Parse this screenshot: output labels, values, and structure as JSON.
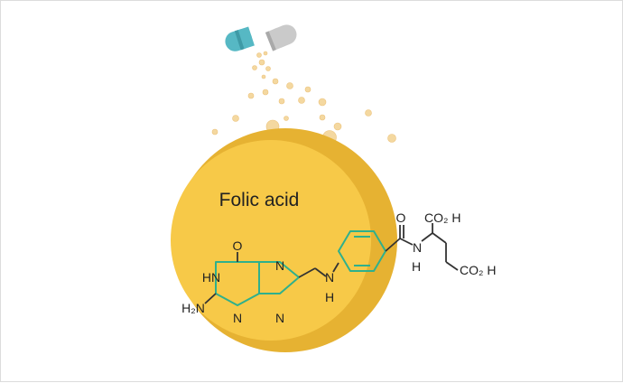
{
  "title": "Folic acid",
  "atoms": {
    "o_keto": "O",
    "hn": "HN",
    "h2n": "H₂N",
    "n_bottom_left": "N",
    "n_bottom_right": "N",
    "n_top_right": "N",
    "nh_n": "N",
    "nh_h": "H",
    "o_amide": "O",
    "amide_n": "N",
    "amide_h": "H",
    "co2h_top": "CO₂ H",
    "co2h_side": "CO₂ H"
  },
  "colors": {
    "background": "#ffffff",
    "sphere": "#f7c948",
    "sphere_shadow": "#e6b232",
    "particles": "#f4d8a0",
    "capsule_teal": "#56b8c4",
    "capsule_gray": "#c8c8c8",
    "ring_bonds": "#2fb08c",
    "chain_bonds": "#333333"
  },
  "icons": [
    "capsule-icon",
    "folic-acid-molecule"
  ]
}
